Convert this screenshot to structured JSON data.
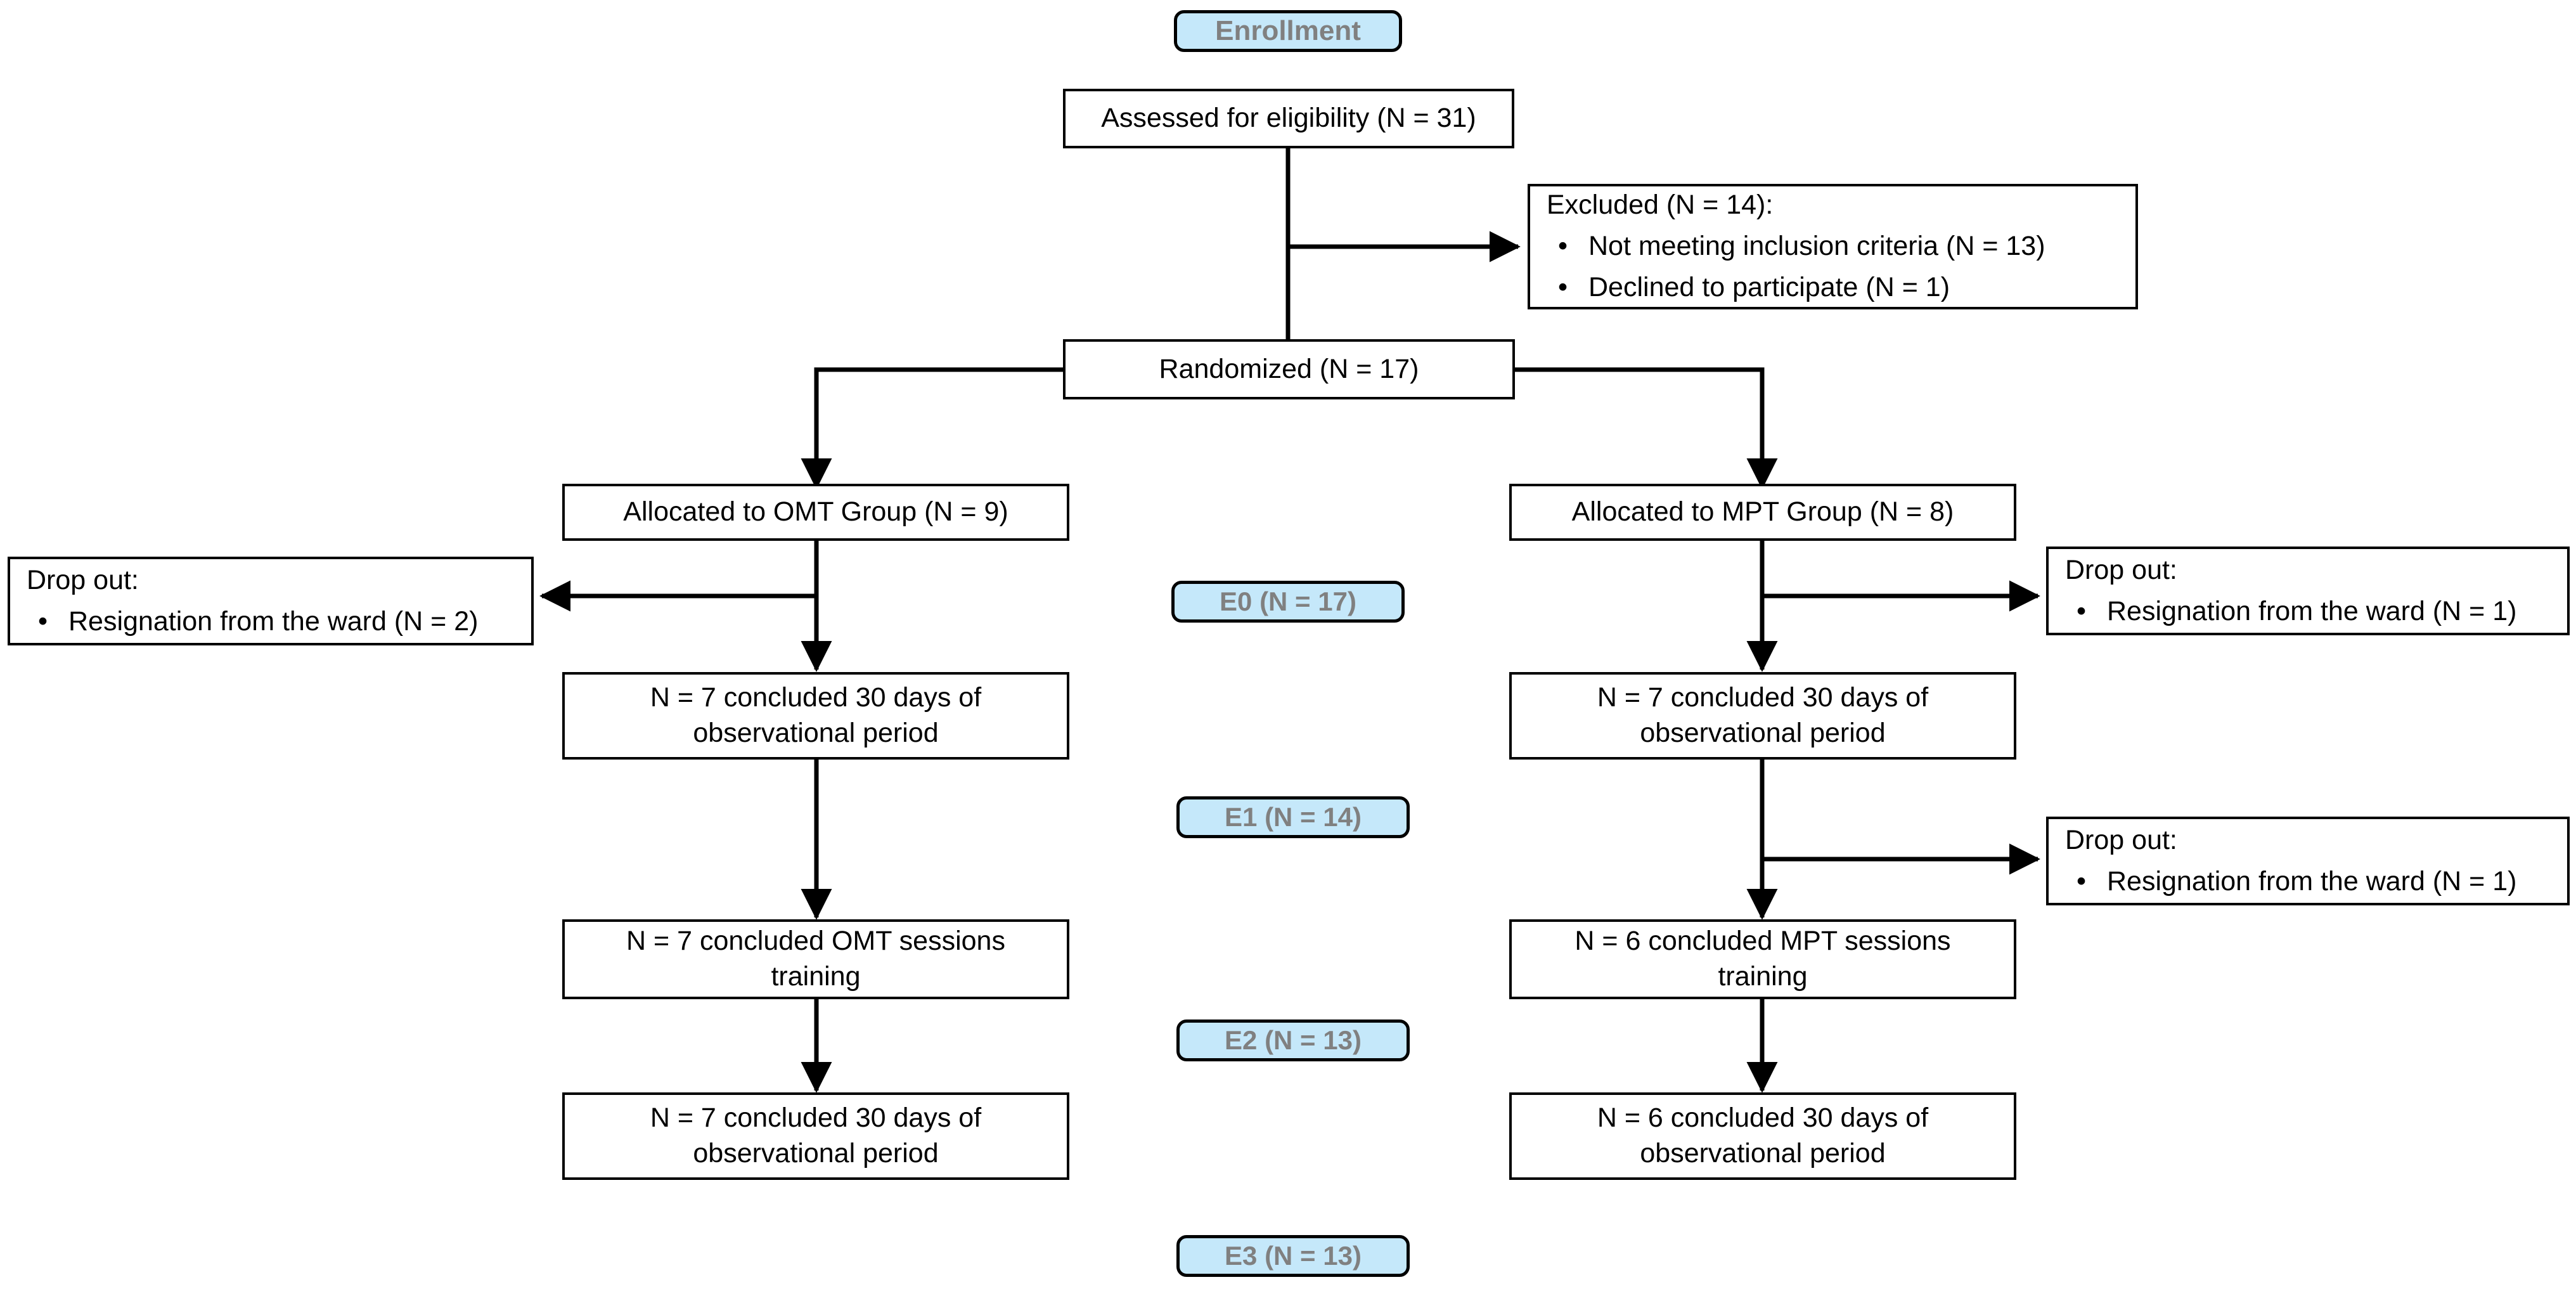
{
  "diagram": {
    "title": "CONSORT participant flow diagram",
    "type": "flowchart",
    "accent_color": "#c5e8fa",
    "pill_text_color": "#808080",
    "line_color": "#000000"
  },
  "phase_labels": {
    "enrollment": "Enrollment",
    "e0": "E0 (N = 17)",
    "e1": "E1 (N = 14)",
    "e2": "E2 (N = 13)",
    "e3": "E3 (N = 13)"
  },
  "nodes": {
    "assessed": "Assessed for eligibility (N = 31)",
    "excluded": {
      "heading": "Excluded (N = 14):",
      "bullet": "•",
      "items": [
        "Not meeting inclusion criteria (N = 13)",
        "Declined to participate (N = 1)"
      ]
    },
    "randomized": "Randomized (N = 17)",
    "alloc_left": "Allocated to OMT Group (N = 9)",
    "alloc_right": "Allocated to MPT Group (N = 8)",
    "dropout_left": {
      "heading": "Drop out:",
      "bullet": "•",
      "items": [
        "Resignation from the ward (N = 2)"
      ]
    },
    "dropout_right_1": {
      "heading": "Drop out:",
      "bullet": "•",
      "items": [
        "Resignation from the ward (N = 1)"
      ]
    },
    "dropout_right_2": {
      "heading": "Drop out:",
      "bullet": "•",
      "items": [
        "Resignation from the ward (N = 1)"
      ]
    },
    "left_obs_1": {
      "l1": "N = 7 concluded 30 days of",
      "l2": "observational period"
    },
    "right_obs_1": {
      "l1": "N = 7 concluded 30 days of",
      "l2": "observational period"
    },
    "left_sessions": {
      "l1": "N = 7 concluded OMT sessions",
      "l2": "training"
    },
    "right_sessions": {
      "l1": "N = 6 concluded MPT sessions",
      "l2": "training"
    },
    "left_obs_2": {
      "l1": "N = 7 concluded 30 days of",
      "l2": "observational period"
    },
    "right_obs_2": {
      "l1": "N = 6 concluded 30 days of",
      "l2": "observational period"
    }
  }
}
